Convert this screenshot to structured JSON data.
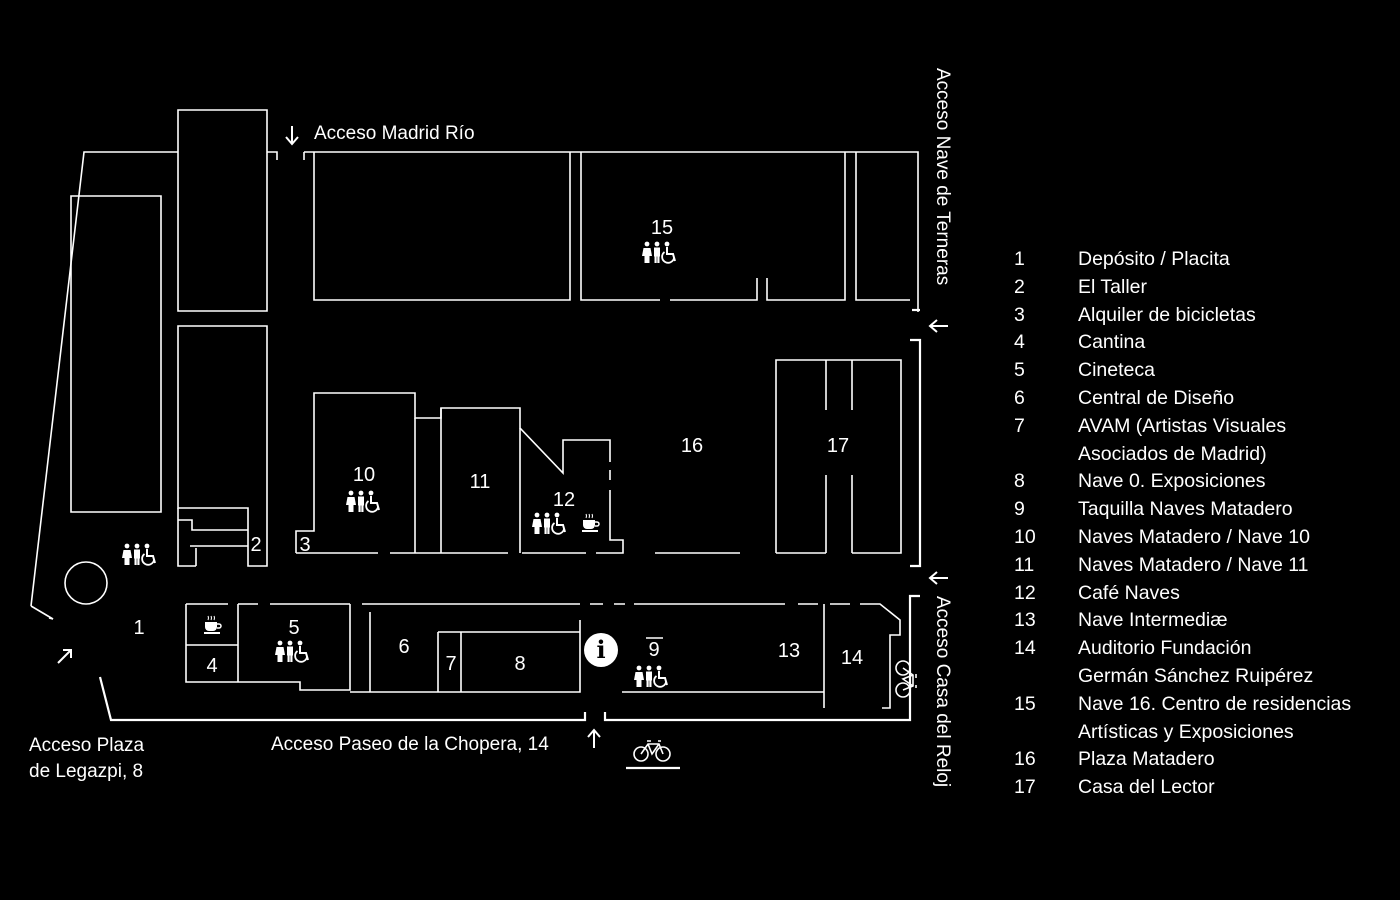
{
  "accesses": {
    "madrid_rio": "Acceso Madrid Río",
    "nave_terneras": "Acceso Nave de Terneras",
    "casa_reloj": "Acceso Casa del Reloj",
    "chopera": "Acceso Paseo de la Chopera, 14",
    "legazpi_line1": "Acceso Plaza",
    "legazpi_line2": "de Legazpi, 8"
  },
  "map_labels": {
    "b1": "1",
    "b2": "2",
    "b3": "3",
    "b4": "4",
    "b5": "5",
    "b6": "6",
    "b7": "7",
    "b8": "8",
    "b9": "9",
    "b10": "10",
    "b11": "11",
    "b12": "12",
    "b13": "13",
    "b14": "14",
    "b15": "15",
    "b16": "16",
    "b17": "17",
    "info": "i"
  },
  "legend": [
    {
      "num": "1",
      "name": "Depósito / Placita"
    },
    {
      "num": "2",
      "name": "El Taller"
    },
    {
      "num": "3",
      "name": "Alquiler de bicicletas"
    },
    {
      "num": "4",
      "name": "Cantina"
    },
    {
      "num": "5",
      "name": "Cineteca"
    },
    {
      "num": "6",
      "name": "Central de Diseño"
    },
    {
      "num": "7",
      "name": "AVAM (Artistas Visuales"
    },
    {
      "num": "",
      "name": "Asociados de Madrid)"
    },
    {
      "num": "8",
      "name": "Nave 0. Exposiciones"
    },
    {
      "num": "9",
      "name": "Taquilla Naves Matadero"
    },
    {
      "num": "10",
      "name": "Naves Matadero / Nave 10"
    },
    {
      "num": "11",
      "name": "Naves Matadero / Nave 11"
    },
    {
      "num": "12",
      "name": "Café Naves"
    },
    {
      "num": "13",
      "name": "Nave Intermediæ"
    },
    {
      "num": "14",
      "name": "Auditorio Fundación"
    },
    {
      "num": "",
      "name": "Germán Sánchez Ruipérez"
    },
    {
      "num": "15",
      "name": "Nave 16. Centro de residencias"
    },
    {
      "num": "",
      "name": "Artísticas y Exposiciones"
    },
    {
      "num": "16",
      "name": "Plaza Matadero"
    },
    {
      "num": "17",
      "name": "Casa del Lector"
    }
  ],
  "icons": [
    "toilets-icon",
    "accessible-icon",
    "cafe-icon",
    "bicycle-icon",
    "info-icon",
    "arrow-icon"
  ]
}
